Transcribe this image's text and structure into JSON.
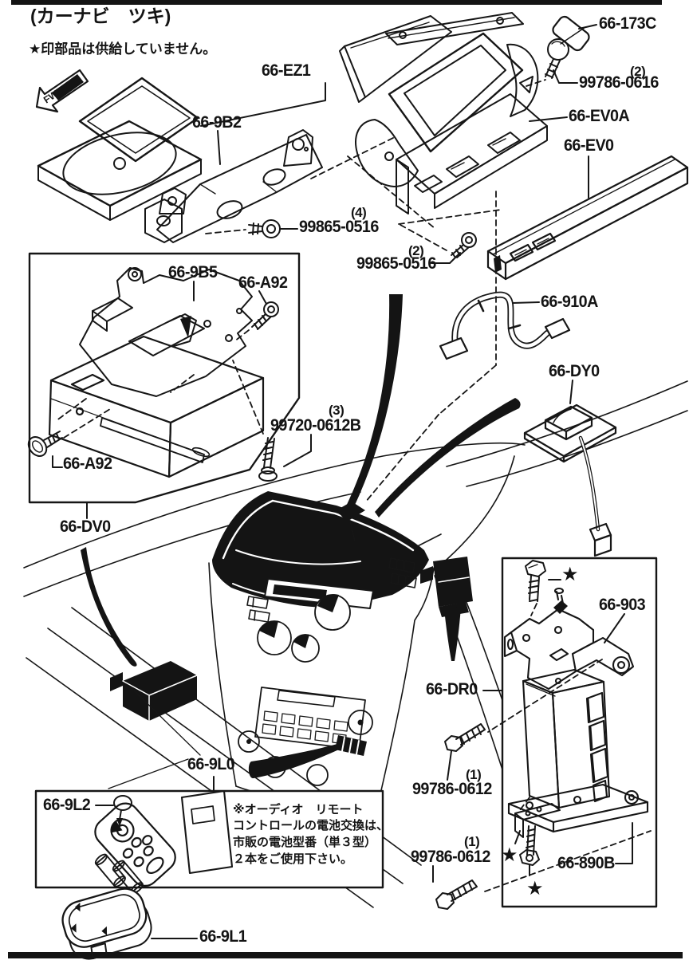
{
  "header": {
    "variant_note": "(カーナビ　ツキ)",
    "supply_note": "★印部品は供給していません。",
    "fwd_label": "FWD"
  },
  "battery_note": {
    "line1": "※オーディオ　リモート",
    "line2": "コントロールの電池交換は、",
    "line3": "市販の電池型番（単３型）",
    "line4": "２本をご使用下さい。"
  },
  "parts": {
    "ez1": "66-EZ1",
    "b9b2": "66-9B2",
    "c173": "66-173C",
    "ev0a": "66-EV0A",
    "ev0": "66-EV0",
    "w910a": "66-910A",
    "dy0": "66-DY0",
    "b9b5": "66-9B5",
    "a92_upper": "66-A92",
    "a92_lower": "66-A92",
    "dv0": "66-DV0",
    "b903": "66-903",
    "dr0": "66-DR0",
    "b890b": "66-890B",
    "p9l0": "66-9L0",
    "p9l2": "66-9L2",
    "p9l1": "66-9L1"
  },
  "fasteners": {
    "screw_0516_qty4": {
      "qty": "(4)",
      "number": "99865-0516"
    },
    "screw_0516_qty2": {
      "qty": "(2)",
      "number": "99865-0516"
    },
    "screw_0616_qty2": {
      "qty": "(2)",
      "number": "99786-0616"
    },
    "screw_0612b_qty3": {
      "qty": "(3)",
      "number": "99720-0612B"
    },
    "screw_0612_upper": {
      "qty": "(1)",
      "number": "99786-0612"
    },
    "screw_0612_lower": {
      "qty": "(1)",
      "number": "99786-0612"
    }
  },
  "symbols": {
    "star": "★"
  }
}
